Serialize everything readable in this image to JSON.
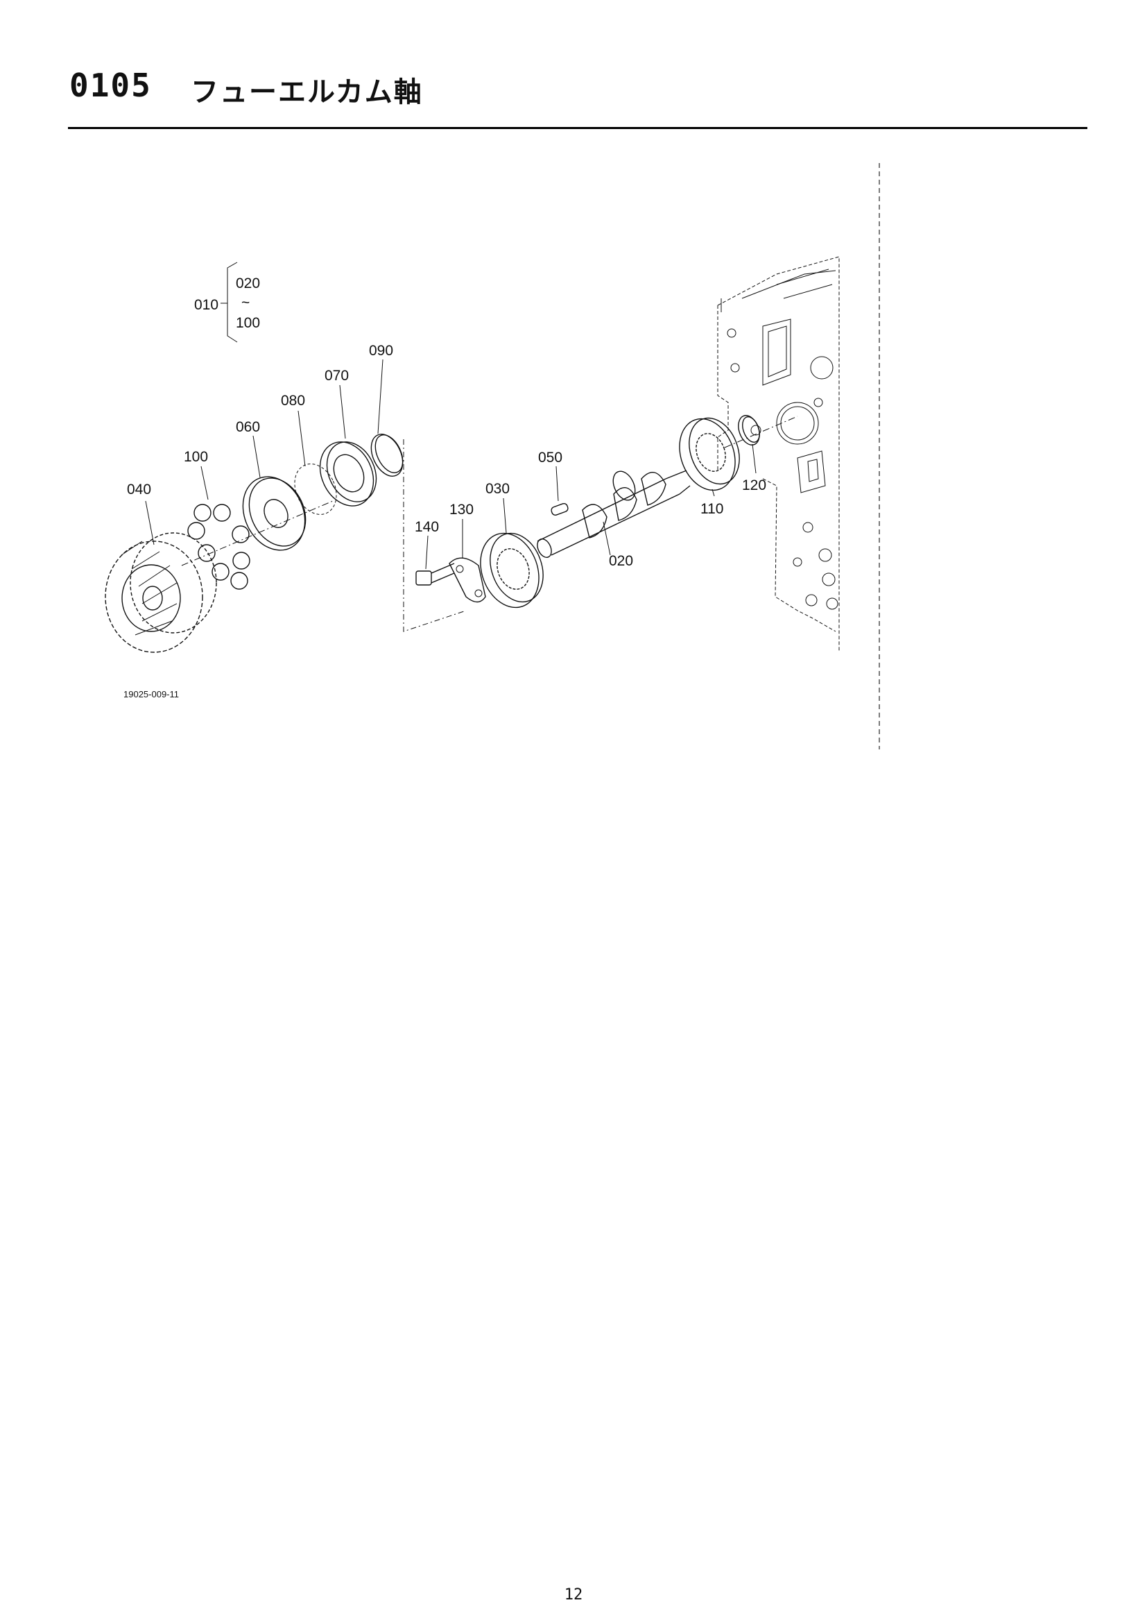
{
  "header": {
    "code": "0105",
    "title": "フューエルカム軸"
  },
  "assembly": {
    "parent": "010",
    "range_start": "020",
    "range_tilde": "~",
    "range_end": "100"
  },
  "callouts": {
    "c020": "020",
    "c030": "030",
    "c040": "040",
    "c050": "050",
    "c060": "060",
    "c070": "070",
    "c080": "080",
    "c090": "090",
    "c100": "100",
    "c110": "110",
    "c120": "120",
    "c130": "130",
    "c140": "140"
  },
  "figure_id": "19025-009-11",
  "page_number": "12"
}
